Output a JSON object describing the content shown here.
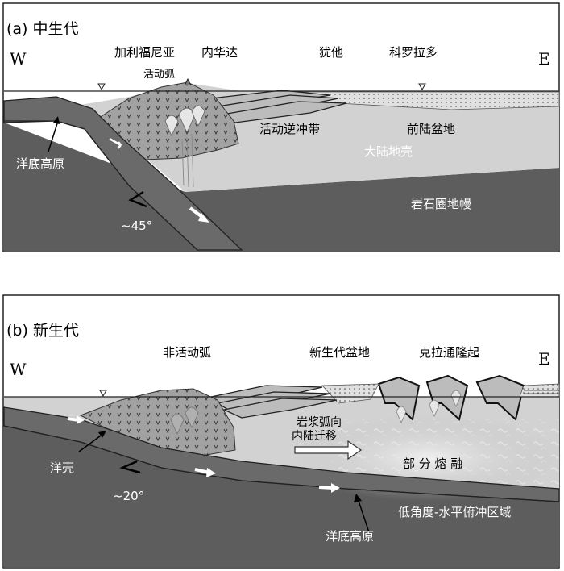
{
  "panel_a": {
    "title": "(a) 中生代",
    "west": "W",
    "east": "E",
    "top_labels": [
      "加利福尼亚",
      "内华达",
      "犹他",
      "科罗拉多"
    ],
    "arc": "活动弧",
    "thrust_belt": "活动逆冲带",
    "foreland": "前陆盆地",
    "crust": "大陆地壳",
    "plateau": "洋底高原",
    "mantle": "岩石圈地幔",
    "angle": "~45°"
  },
  "panel_b": {
    "title": "(b) 新生代",
    "west": "W",
    "east": "E",
    "top_labels": [
      "非活动弧",
      "新生代盆地",
      "克拉通隆起"
    ],
    "migration": [
      "岩浆弧向",
      "内陆迁移"
    ],
    "melt": "部 分 熔 融",
    "oceanic_crust": "洋壳",
    "angle": "~20°",
    "flat_slab": "低角度-水平俯冲区域",
    "plateau": "洋底高原"
  },
  "colors": {
    "mantle": "#5d5d5d",
    "crust": "#d2d2d2",
    "slab": "#6a6a6a",
    "arc": "#9c9c9c"
  }
}
